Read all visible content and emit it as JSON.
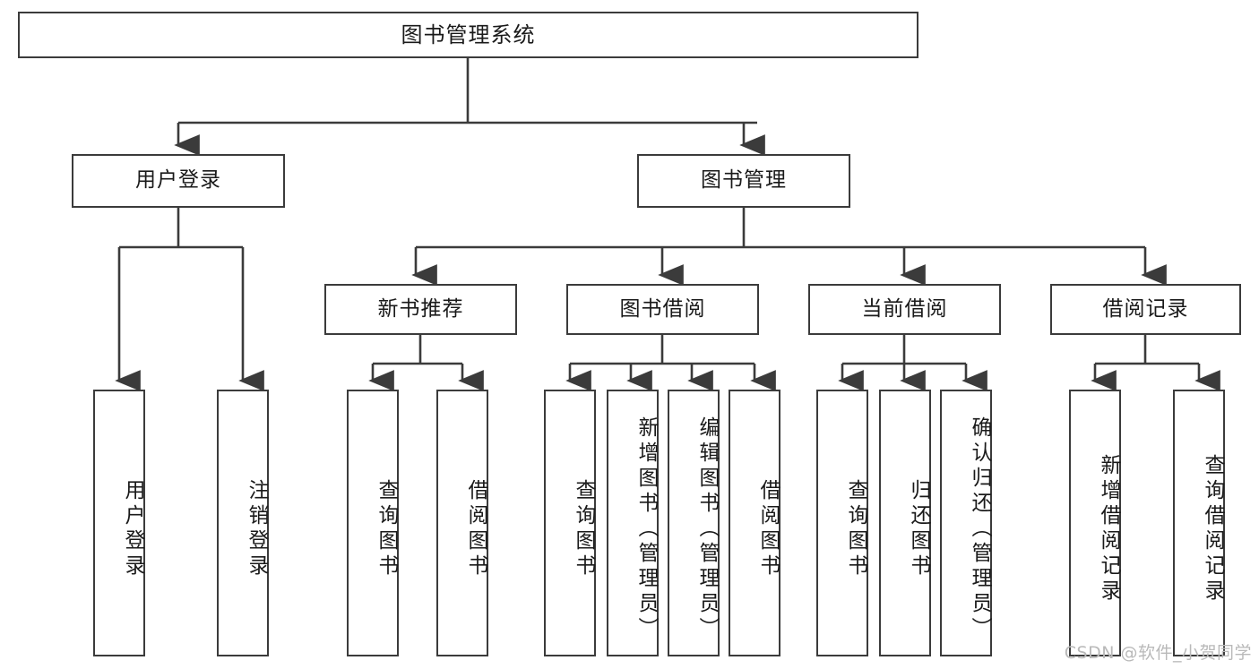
{
  "diagram": {
    "title": "图书管理系统",
    "style": {
      "line_color": "#3b3b3b",
      "box_fill": "#ffffff",
      "text_color": "#1a1a1a",
      "background": "#ffffff",
      "watermark_color": "#b9b9b9"
    },
    "root": {
      "label": "图书管理系统"
    },
    "level2": [
      {
        "label": "用户登录"
      },
      {
        "label": "图书管理"
      }
    ],
    "level3": [
      {
        "label": "新书推荐"
      },
      {
        "label": "图书借阅"
      },
      {
        "label": "当前借阅"
      },
      {
        "label": "借阅记录"
      }
    ],
    "leaves": {
      "user_login": [
        {
          "label": "用户登录"
        },
        {
          "label": "注销登录"
        }
      ],
      "new_book_recommend": [
        {
          "label": "查询图书"
        },
        {
          "label": "借阅图书"
        }
      ],
      "book_borrow": [
        {
          "label": "查询图书"
        },
        {
          "label": "新增图书（管理员）"
        },
        {
          "label": "编辑图书（管理员）"
        },
        {
          "label": "借阅图书"
        }
      ],
      "current_borrow": [
        {
          "label": "查询图书"
        },
        {
          "label": "归还图书"
        },
        {
          "label": "确认归还（管理员）"
        }
      ],
      "borrow_record": [
        {
          "label": "新增借阅记录"
        },
        {
          "label": "查询借阅记录"
        }
      ]
    }
  },
  "watermark": {
    "text": "CSDN @软件_小贺同学"
  }
}
